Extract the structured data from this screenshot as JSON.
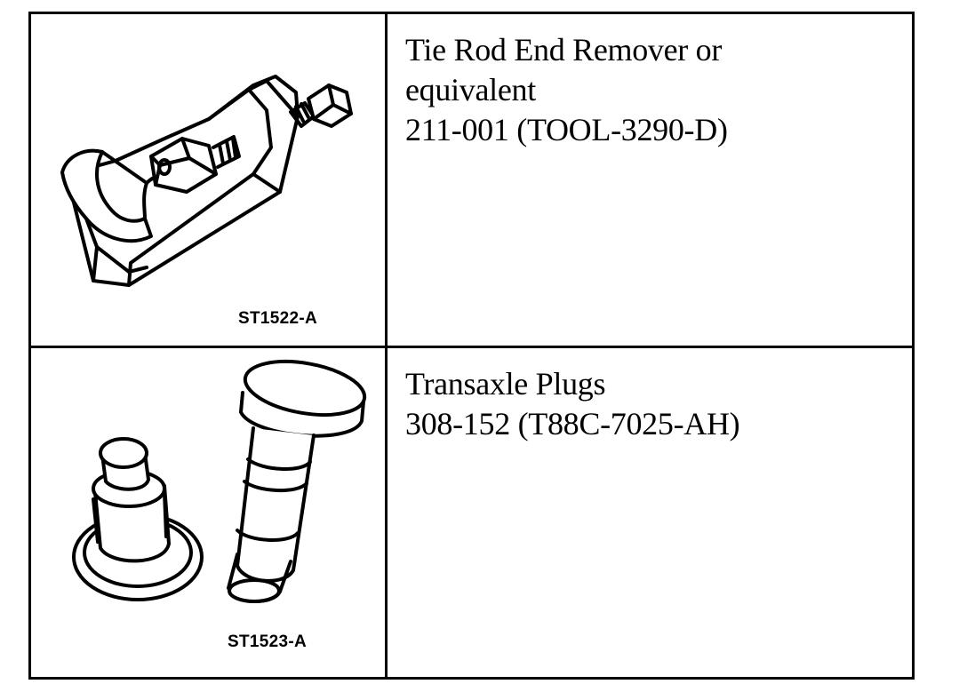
{
  "tools": [
    {
      "figure_code": "ST1522-A",
      "icon": "tie-rod-end-remover-icon",
      "name_lines": [
        "Tie Rod End Remover or",
        "equivalent"
      ],
      "part_number": "211-001 (TOOL-3290-D)"
    },
    {
      "figure_code": "ST1523-A",
      "icon": "transaxle-plugs-icon",
      "name_lines": [
        "Transaxle Plugs"
      ],
      "part_number": "308-152 (T88C-7025-AH)"
    }
  ]
}
